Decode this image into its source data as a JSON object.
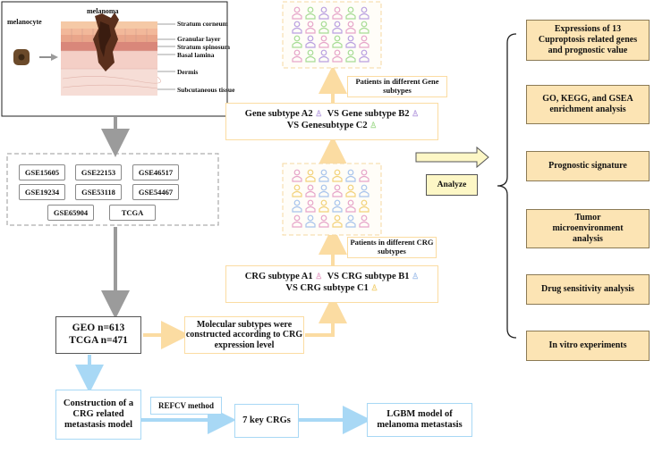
{
  "skin_panel": {
    "cell_label": "melanocyte",
    "tumor_label": "melanoma",
    "layers": [
      "Stratum corneum",
      "Granular layer",
      "Stratum spinosum",
      "Basal lamina",
      "Dermis",
      "Subcutaneous tissue"
    ]
  },
  "datasets": [
    "GSE15605",
    "GSE22153",
    "GSE46517",
    "GSE19234",
    "GSE53118",
    "GSE54467",
    "GSE65904",
    "TCGA"
  ],
  "cohort": {
    "line1": "GEO n=613",
    "line2": "TCGA n=471"
  },
  "molecular_box": "Molecular subtypes were constructed according to CRG expression level",
  "crg_subtypes": {
    "line1_a": "CRG subtype A1",
    "line1_b": "VS CRG subtype B1",
    "line2": "VS CRG subtype C1"
  },
  "crg_patients_label": "Patients in different CRG subtypes",
  "gene_subtypes": {
    "line1_a": "Gene subtype A2",
    "line1_b": "VS Gene subtype B2",
    "line2": "VS Genesubtype C2"
  },
  "gene_patients_label": "Patients in different Gene subtypes",
  "analyze_label": "Analyze",
  "analyses": [
    "Expressions of 13 Cuproptosis related genes and prognostic value",
    "GO, KEGG, and GSEA enrichment analysis",
    "Prognostic signature",
    "Tumor microenvironment analysis",
    "Drug sensitivity analysis",
    "In vitro experiments"
  ],
  "bottom_flow": {
    "construction": "Construction of a CRG related metastasis model",
    "method": "REFCV method",
    "key_crgs": "7 key CRGs",
    "lgbm": "LGBM model of melanoma metastasis"
  },
  "colors": {
    "orange_line": "#fbe1b0",
    "blue_line": "#a8d8f5",
    "gray_line": "#9b9b9b",
    "right_box_fill": "#fce4b4",
    "analyze_fill": "#fdf7c6",
    "person_pink": "#e6a5c9",
    "person_green": "#a6dc94",
    "person_purple": "#b9a0e0",
    "person_blue": "#a8c4ec",
    "person_yellow": "#f2d27a"
  }
}
